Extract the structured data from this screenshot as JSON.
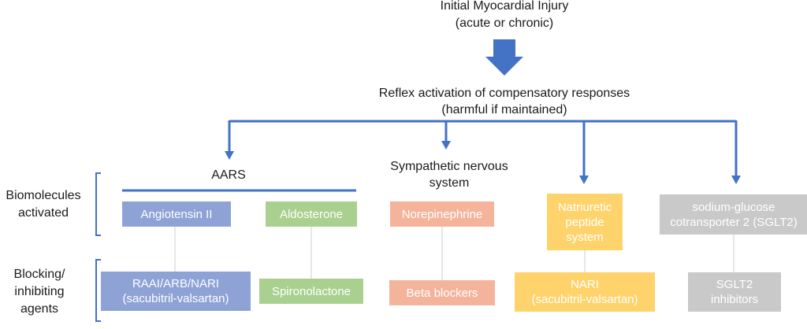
{
  "top": {
    "title": "Initial Myocardial Injury",
    "subtitle": "(acute or chronic)"
  },
  "reflex": {
    "line1": "Reflex activation of compensatory responses",
    "line2": "(harmful if maintained)"
  },
  "row_labels": {
    "biomolecules": "Biomolecules\nactivated",
    "blocking": "Blocking/\ninhibiting\nagents"
  },
  "groups": {
    "aars": "AARS",
    "sympathetic": "Sympathetic nervous\nsystem"
  },
  "biomolecules": {
    "angiotensin": "Angiotensin II",
    "aldosterone": "Aldosterone",
    "norepinephrine": "Norepinephrine",
    "natriuretic": "Natriuretic\npeptide\nsystem",
    "sglt2": "sodium-glucose\ncotransporter 2 (SGLT2)"
  },
  "agents": {
    "raai": "RAAI/ARB/NARI\n(sacubitril-valsartan)",
    "spironolactone": "Spironolactone",
    "beta": "Beta blockers",
    "nari": "NARI\n(sacubitril-valsartan)",
    "sglt2_inh": "SGLT2\ninhibitors"
  },
  "colors": {
    "arrow": "#4472c4",
    "blue": "#8ea2d6",
    "green": "#a9d08e",
    "salmon": "#f4b49c",
    "yellow": "#ffd36b",
    "gray": "#c9c9c9"
  }
}
